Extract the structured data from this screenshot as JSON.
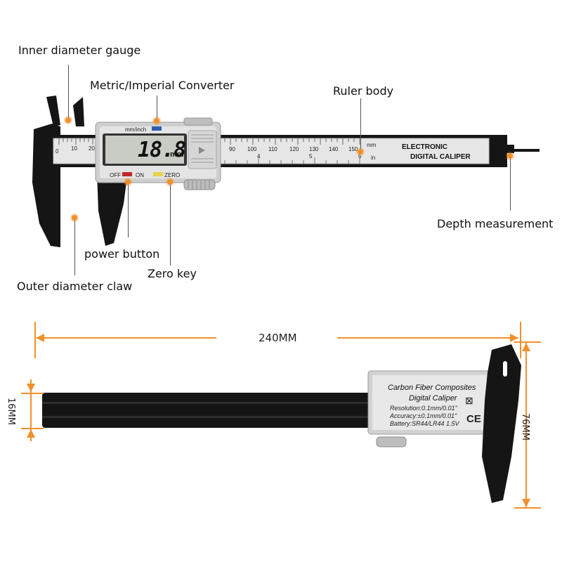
{
  "callouts": {
    "inner_diameter": "Inner diameter gauge",
    "converter": "Metric/Imperial Converter",
    "ruler_body": "Ruler body",
    "depth": "Depth measurement",
    "power": "power button",
    "zero": "Zero key",
    "outer_claw": "Outer diameter claw"
  },
  "caliper_front": {
    "unit_toggle": "mm/inch",
    "display_value": "18.8",
    "display_unit": "mm",
    "btn_off": "OFF",
    "btn_on": "ON",
    "btn_zero": "ZERO",
    "brand_line1": "ELECTRONIC",
    "brand_line2": "DIGITAL CALIPER",
    "scale_mm": "mm",
    "scale_in": "in",
    "scale_numbers": [
      "0",
      "10",
      "20",
      "90",
      "100",
      "110",
      "120",
      "130",
      "140",
      "150"
    ],
    "inch_marks": [
      "4",
      "5",
      "6"
    ]
  },
  "caliper_back": {
    "title1": "Carbon Fiber Composites",
    "title2": "Digital Caliper",
    "resolution": "Resolution:0.1mm/0.01''",
    "accuracy": "Accuracy:±0.1mm/0.01''",
    "battery": "Battery:SR44/LR44 1.5V",
    "ce": "CE"
  },
  "dimensions": {
    "length": "240MM",
    "thickness": "16MM",
    "height": "76MM"
  },
  "colors": {
    "accent": "#f0902a",
    "caliper_black": "#141414",
    "caliper_silver": "#d9d9d9",
    "lcd": "#c8ccc4"
  }
}
